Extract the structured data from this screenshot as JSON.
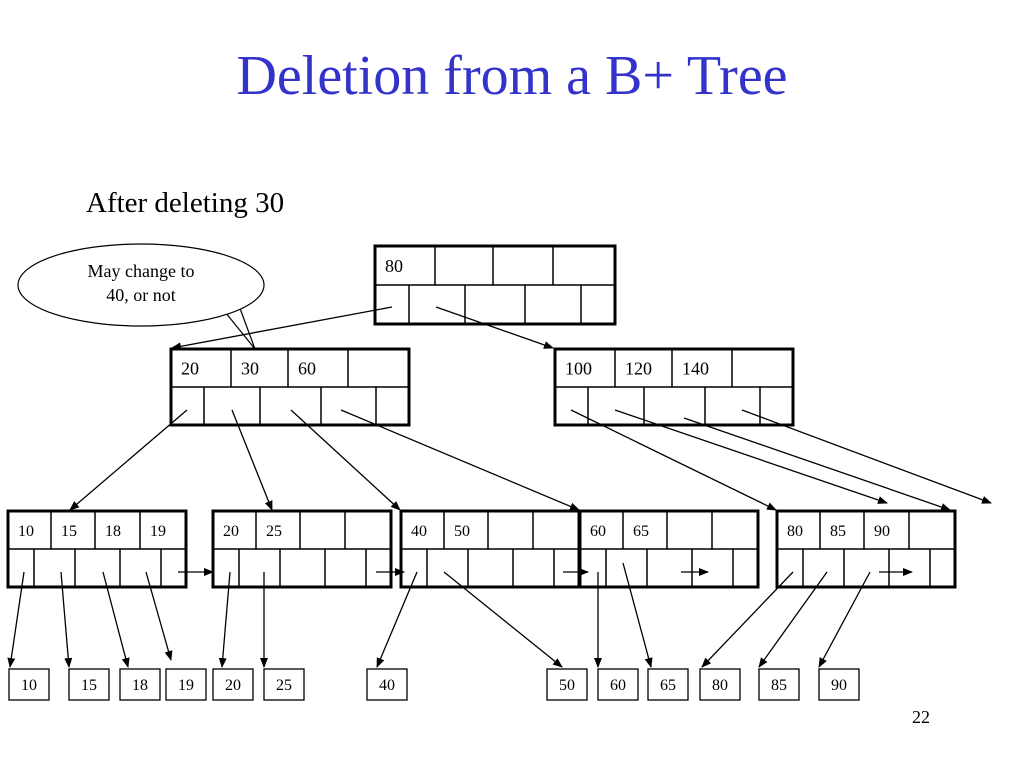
{
  "slide": {
    "title": "Deletion from a B+ Tree",
    "subtitle": "After deleting 30",
    "page_number": "22"
  },
  "callout": {
    "lines": [
      "May change to",
      "40, or not"
    ]
  },
  "tree": {
    "root": {
      "keys": [
        "80",
        "",
        "",
        ""
      ]
    },
    "internal_nodes": [
      {
        "keys": [
          "20",
          "30",
          "60",
          ""
        ]
      },
      {
        "keys": [
          "100",
          "120",
          "140",
          ""
        ]
      }
    ],
    "leaf_nodes": [
      {
        "keys": [
          "10",
          "15",
          "18",
          "19"
        ]
      },
      {
        "keys": [
          "20",
          "25",
          "",
          ""
        ]
      },
      {
        "keys": [
          "40",
          "50",
          "",
          ""
        ]
      },
      {
        "keys": [
          "60",
          "65",
          "",
          ""
        ]
      },
      {
        "keys": [
          "80",
          "85",
          "90",
          ""
        ]
      }
    ],
    "records": [
      "10",
      "15",
      "18",
      "19",
      "20",
      "25",
      "40",
      "50",
      "60",
      "65",
      "80",
      "85",
      "90"
    ]
  },
  "colors": {
    "title": "#3333cc",
    "lines": "#000000",
    "background": "#ffffff"
  }
}
